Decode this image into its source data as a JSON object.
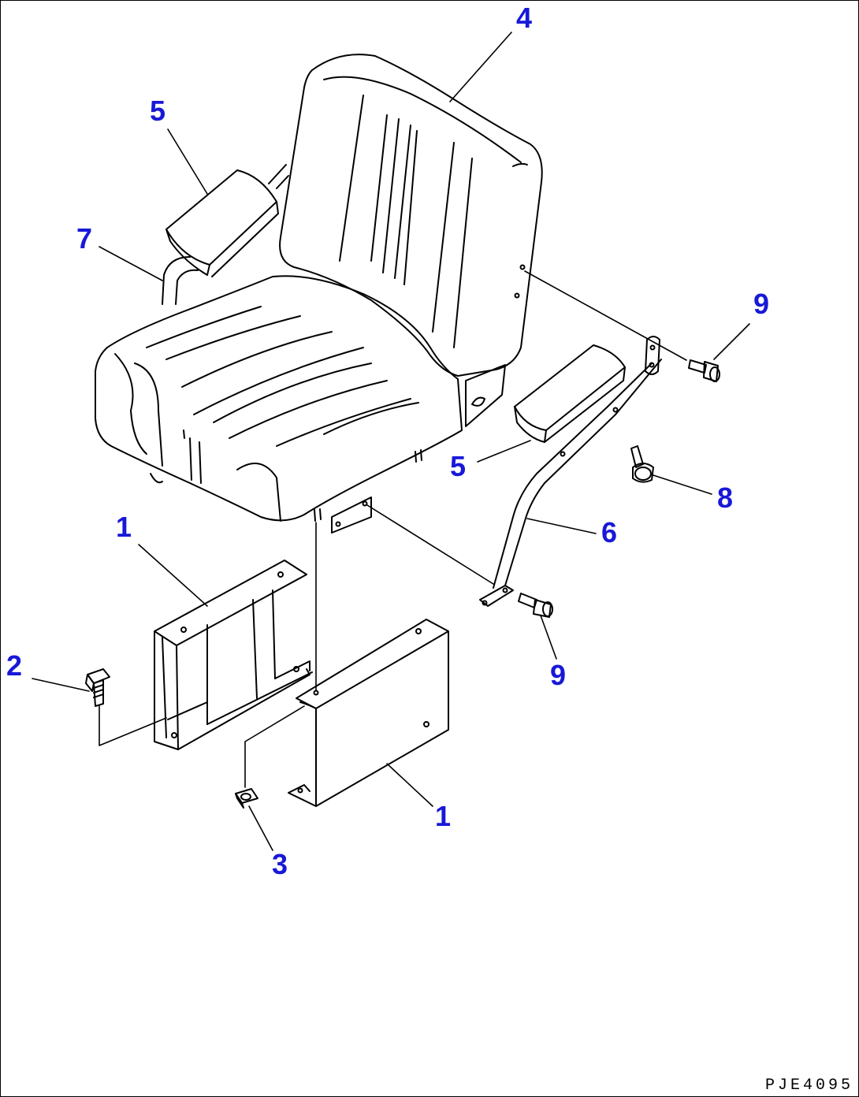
{
  "diagram": {
    "drawing_code": "PJE4095",
    "callouts": [
      {
        "id": "4",
        "label": "4"
      },
      {
        "id": "5a",
        "label": "5"
      },
      {
        "id": "7",
        "label": "7"
      },
      {
        "id": "9a",
        "label": "9"
      },
      {
        "id": "5b",
        "label": "5"
      },
      {
        "id": "8",
        "label": "8"
      },
      {
        "id": "6",
        "label": "6"
      },
      {
        "id": "1a",
        "label": "1"
      },
      {
        "id": "9b",
        "label": "9"
      },
      {
        "id": "2",
        "label": "2"
      },
      {
        "id": "1b",
        "label": "1"
      },
      {
        "id": "3",
        "label": "3"
      }
    ],
    "line_color": "#000000",
    "label_color": "#1818d8"
  }
}
